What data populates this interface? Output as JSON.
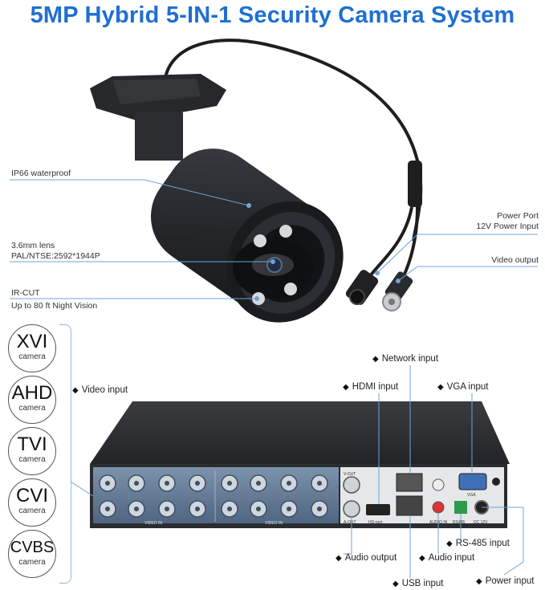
{
  "title": "5MP Hybrid 5-IN-1 Security Camera System",
  "camera_labels": {
    "waterproof": "IP66 waterproof",
    "lens_line1": "3.6mm lens",
    "lens_line2": "PAL/NTSE:2592*1944P",
    "ircut_line1": "IR-CUT",
    "ircut_line2": "Up to 80 ft Night Vision",
    "power_port_line1": "Power Port",
    "power_port_line2": "12V Power Input",
    "video_output": "Video output"
  },
  "formats": [
    {
      "big": "XVI",
      "small": "camera"
    },
    {
      "big": "AHD",
      "small": "camera"
    },
    {
      "big": "TVI",
      "small": "camera"
    },
    {
      "big": "CVI",
      "small": "camera"
    },
    {
      "big": "CVBS",
      "small": "camera"
    }
  ],
  "dvr_callouts": {
    "video_input": "Video input",
    "network_input": "Network input",
    "hdmi_input": "HDMI input",
    "vga_input": "VGA input",
    "audio_output": "Audio output",
    "audio_input": "Audio input",
    "rs485_input": "RS-485 input",
    "usb_input": "USB input",
    "power_input": "Power input"
  },
  "panel_text": {
    "video_in": "VIDEO IN",
    "video_out": "V-OUT",
    "audio_out": "A-OUT",
    "hd_port": "HD-port",
    "audio_in": "AUDIO IN",
    "vga": "VGA",
    "rs485": "RS485",
    "dc12v": "DC 12V"
  },
  "colors": {
    "title": "#1f6fd1",
    "leader": "#6fa3d8",
    "camera_body": "#2a2c30",
    "dvr_panel": "#5a7390"
  }
}
